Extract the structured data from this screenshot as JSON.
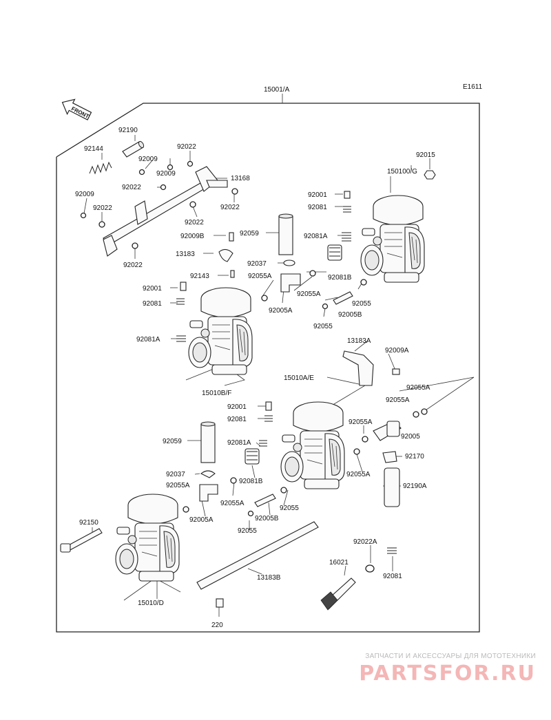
{
  "diagram": {
    "code": "E1611",
    "front_label": "FRONT",
    "labels": {
      "p15001a": "15001/A",
      "p92190": "92190",
      "p92144": "92144",
      "p92009_a": "92009",
      "p92009_b": "92009",
      "p92009_c": "92009",
      "p92022_a": "92022",
      "p92022_b": "92022",
      "p92022_c": "92022",
      "p92022_d": "92022",
      "p92022_e": "92022",
      "p92022_f": "92022",
      "p13168": "13168",
      "p92015": "92015",
      "p150100g": "150100/G",
      "p92001_a": "92001",
      "p92081_a": "92081",
      "p92059_a": "92059",
      "p92009b": "92009B",
      "p92081a_a": "92081A",
      "p13183": "13183",
      "p92037_a": "92037",
      "p92143": "92143",
      "p92055a_a": "92055A",
      "p92081b_a": "92081B",
      "p92001_b": "92001",
      "p92055a_b": "92055A",
      "p92055_a": "92055",
      "p92081_b": "92081",
      "p92005a_a": "92005A",
      "p92005b_a": "92005B",
      "p92055_b": "92055",
      "p92081a_b": "92081A",
      "p13183a": "13183A",
      "p92009a": "92009A",
      "p15010bf": "15010B/F",
      "p15010ae": "15010A/E",
      "p92055a_c": "92055A",
      "p92001_c": "92001",
      "p92055a_d": "92055A",
      "p92081_c": "92081",
      "p92055a_e": "92055A",
      "p92059_b": "92059",
      "p92005": "92005",
      "p92081a_c": "92081A",
      "p92170": "92170",
      "p92037_b": "92037",
      "p92055a_f": "92055A",
      "p92081b_b": "92081B",
      "p92190a": "92190A",
      "p92055a_g": "92055A",
      "p92055a_h": "92055A",
      "p92055_c": "92055",
      "p92005a_b": "92005A",
      "p92005b_b": "92005B",
      "p92150": "92150",
      "p92055_d": "92055",
      "p92022a": "92022A",
      "p16021": "16021",
      "p92081_d": "92081",
      "p13183b": "13183B",
      "p15010d": "15010/D",
      "p220": "220"
    }
  },
  "watermark": {
    "subtitle": "ЗАПЧАСТИ И АКСЕССУАРЫ ДЛЯ МОТОТЕХНИКИ",
    "logo": "PARTSFOR.RU"
  },
  "colors": {
    "ink": "#222222",
    "watermark_logo": "#f4b6b6",
    "watermark_text": "#b9b9b9"
  }
}
